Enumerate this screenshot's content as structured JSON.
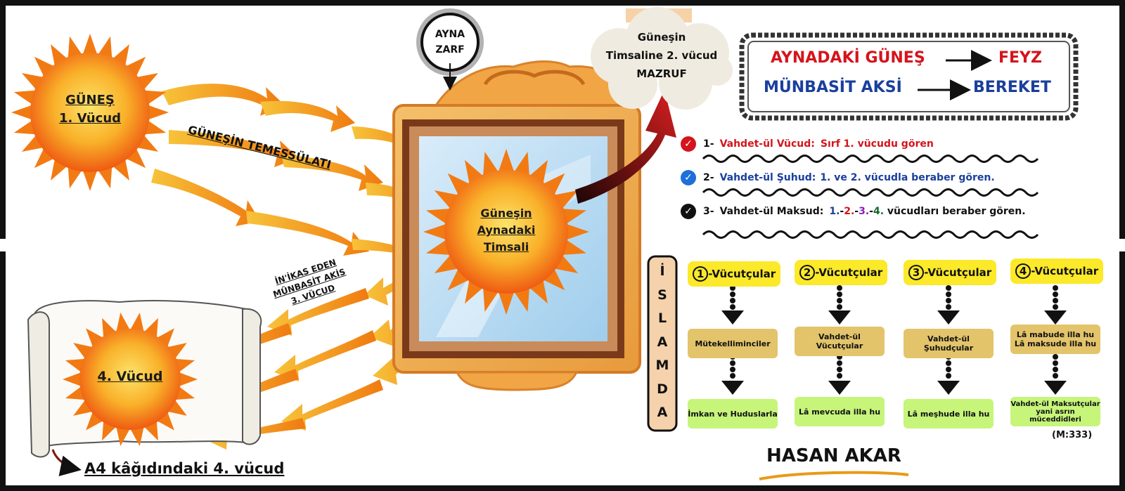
{
  "sun1": {
    "line1": "GÜNEŞ",
    "line2": "1. Vücud"
  },
  "rays_label": "GÜNEŞİN TEMESSÜLATI",
  "mirror_tag": {
    "line1": "AYNA",
    "line2": "ZARF"
  },
  "mirror_sun": {
    "line1": "Güneşin",
    "line2": "Aynadaki",
    "line3": "Timsali"
  },
  "cloud": {
    "line1": "Güneşin",
    "line2": "Timsaline 2. vücud",
    "line3": "MAZRUF"
  },
  "legend": {
    "row1_left": "AYNADAKİ GÜNEŞ",
    "row1_right": "FEYZ",
    "row2_left": "MÜNBASİT AKSİ",
    "row2_right": "BEREKET"
  },
  "list": [
    {
      "num": "1-",
      "term": "Vahdet-ül Vücud:",
      "desc": "Sırf 1. vücudu gören"
    },
    {
      "num": "2-",
      "term": "Vahdet-ül Şuhud:",
      "desc": "1. ve  2. vücudla beraber gören."
    },
    {
      "num": "3-",
      "term": "Vahdet-ül Maksud:",
      "desc_n1": "1.",
      "sep1": "-",
      "desc_n2": "2.",
      "sep2": "-",
      "desc_n3": "3.",
      "sep3": "-",
      "desc_n4": "4.",
      "desc_tail": " vücudları beraber gören."
    }
  ],
  "reflection_label": {
    "line1": "İN'İKAS EDEN",
    "line2": "MÜNBASİT AKİS",
    "line3": "3. VÜCUD"
  },
  "sun4": {
    "label": "4. Vücud"
  },
  "caption": "A4 kâğıdındaki 4. vücud",
  "vertical_word": [
    "İ",
    "S",
    "L",
    "A",
    "M",
    "D",
    "A"
  ],
  "columns": [
    {
      "num": "1",
      "head": "-Vücutçular",
      "mid": "Mütekelliminciler",
      "bot": "İmkan ve Huduslarla"
    },
    {
      "num": "2",
      "head": "-Vücutçular",
      "mid": "Vahdet-ül Vücutçular",
      "bot": "Lâ mevcuda illa hu"
    },
    {
      "num": "3",
      "head": "-Vücutçular",
      "mid": "Vahdet-ül Şuhudçular",
      "bot": "Lâ meşhude illa hu"
    },
    {
      "num": "4",
      "head": "-Vücutçular",
      "mid_l1": "Lâ mabude illa hu",
      "mid_l2": "Lâ maksude illa hu",
      "bot_l1": "Vahdet-ül Maksutçular",
      "bot_l2": "yani asrın müceddidleri"
    }
  ],
  "reference": "(M:333)",
  "author": "HASAN AKAR",
  "colors": {
    "red": "#d4141c",
    "blue": "#1a3f9c",
    "purple": "#8a1fb8",
    "green": "#116b2c",
    "sun_core": "#f59a1c",
    "ray": "#f39a18"
  }
}
